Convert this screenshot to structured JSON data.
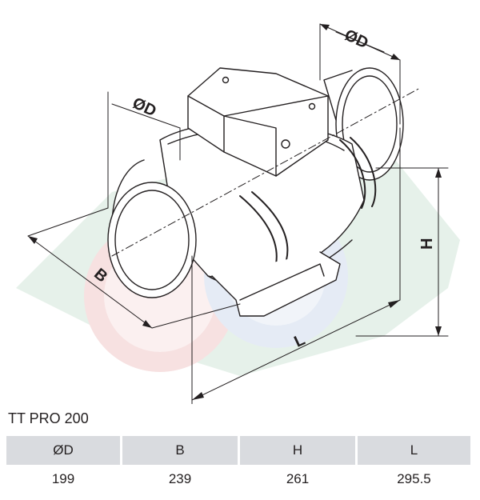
{
  "dimension_labels": {
    "diameter_top": "ØD",
    "diameter_left": "ØD",
    "width": "B",
    "height": "H",
    "length": "L"
  },
  "model": "TT PRO 200",
  "table": {
    "headers": [
      "ØD",
      "B",
      "H",
      "L"
    ],
    "values": [
      "199",
      "239",
      "261",
      "295.5"
    ]
  },
  "colors": {
    "watermark_green": "#e6f1ea",
    "watermark_red": "#f7e1e1",
    "watermark_blue": "#e5ebf5",
    "header_bg": "#d9dbdf",
    "line": "#231f20"
  }
}
